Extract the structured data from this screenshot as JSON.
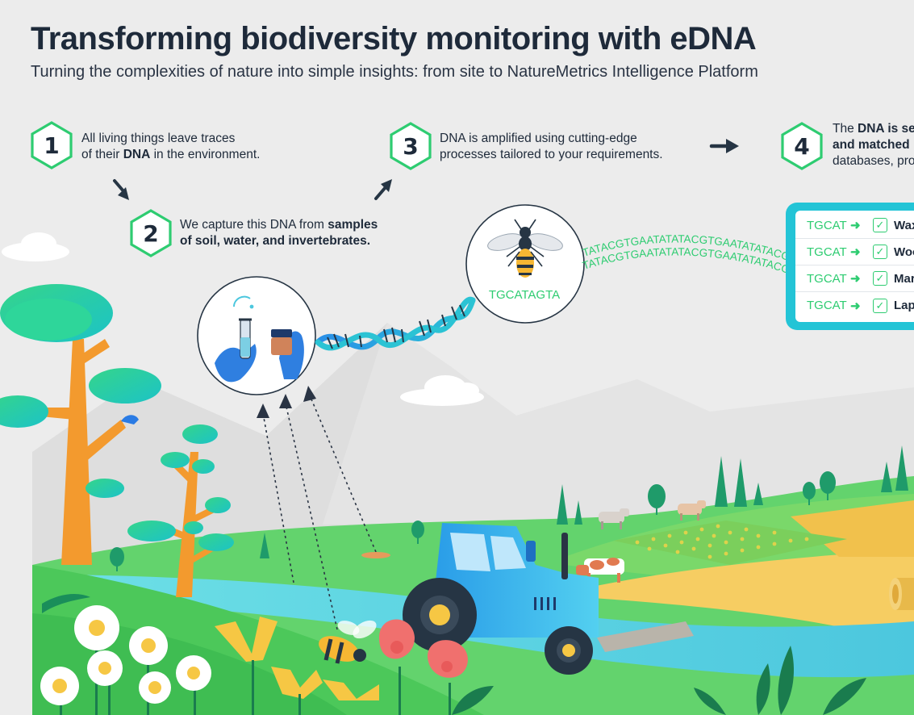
{
  "title": "Transforming biodiversity monitoring with eDNA",
  "subtitle": "Turning the complexities of nature into simple insights: from site to NatureMetrics Intelligence Platform",
  "steps": [
    {
      "number": "1",
      "line1_pre": "All living things leave traces",
      "line2_pre": "of their ",
      "line2_bold": "DNA",
      "line2_post": " in the environment."
    },
    {
      "number": "2",
      "line1_pre": "We capture this DNA from ",
      "line1_bold": "samples",
      "line2_bold": "of soil, water, and invertebrates."
    },
    {
      "number": "3",
      "line1_pre": "DNA is amplified using cutting-edge",
      "line2_pre": "processes tailored to your requirements."
    },
    {
      "number": "4",
      "line1_pre": "The  ",
      "line1_bold": "DNA is se",
      "line2_bold": "and matched",
      "line3_pre": "databases, pro"
    }
  ],
  "bee_sequence": "TGCATAGTA",
  "dna_stream": [
    "TATACGTGAATATATACGTGAATATATACG",
    "TATACGTGAATATATACGTGAATATATACG"
  ],
  "results": [
    {
      "seq": "TGCAT",
      "arrow": "➜",
      "check": "✓",
      "name": "Wax"
    },
    {
      "seq": "TGCAT",
      "arrow": "➜",
      "check": "✓",
      "name": "Woo"
    },
    {
      "seq": "TGCAT",
      "arrow": "➜",
      "check": "✓",
      "name": "Mar"
    },
    {
      "seq": "TGCAT",
      "arrow": "➜",
      "check": "✓",
      "name": "Lap"
    }
  ],
  "colors": {
    "background": "#ececec",
    "teal": "#23c4d6",
    "green": "#2ecc71",
    "navy": "#1e2a3a",
    "tree_trunk": "#f39a2e",
    "grass": "#5fd16a",
    "tractor_blue": "#3aa8e8"
  },
  "icons": [
    "hexagon-number-icon",
    "arrow-down-right-icon",
    "arrow-up-right-icon",
    "arrow-right-icon",
    "syringe-hand-icon",
    "sample-jar-hand-icon",
    "dna-helix-icon",
    "bee-icon",
    "tractor-icon",
    "cow-icon",
    "tree-icon",
    "bird-icon",
    "daisy-icon",
    "hay-bale-icon",
    "crop-field-icon",
    "check-icon"
  ]
}
